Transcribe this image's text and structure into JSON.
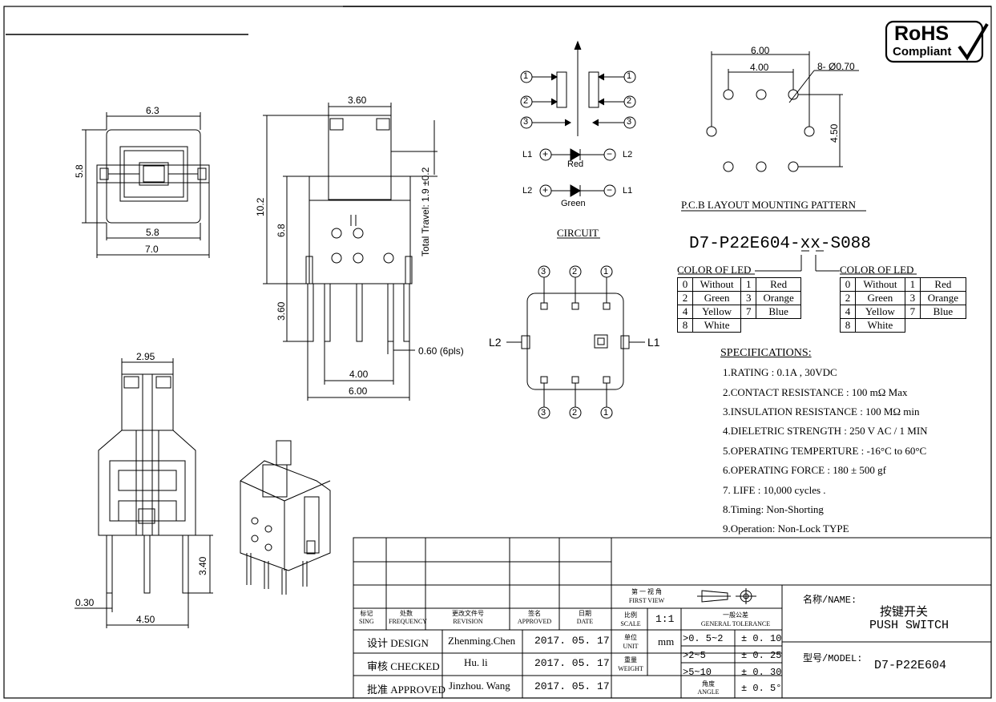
{
  "rohs": {
    "line1": "RoHS",
    "line2": "Compliant"
  },
  "top_view": {
    "dim_width": "6.3",
    "dim_height": "5.8",
    "dim_inner": "5.8",
    "dim_outer": "7.0"
  },
  "side_view": {
    "dim_top": "3.60",
    "dim_total": "10.2",
    "dim_body": "6.8",
    "dim_pin": "3.60",
    "dim_travel": "Total Travel: 1.9 ±0.2",
    "dim_pin_width": "0.60 (6pls)",
    "dim_pitch": "4.00",
    "dim_span": "6.00"
  },
  "front_view": {
    "dim_top": "2.95",
    "dim_pin": "3.40",
    "dim_pin_w": "0.30",
    "dim_span": "4.50"
  },
  "circuit": {
    "label": "CIRCUIT",
    "p1": "1",
    "p2": "2",
    "p3": "3",
    "l1": "L1",
    "l2": "L2",
    "red": "Red",
    "green": "Green",
    "plus": "+",
    "minus": "−"
  },
  "bottom_view": {
    "l1": "L1",
    "l2": "L2",
    "p1": "1",
    "p2": "2",
    "p3": "3"
  },
  "pcb": {
    "title": "P.C.B LAYOUT MOUNTING PATTERN",
    "dim_span": "6.00",
    "dim_pitch": "4.00",
    "dim_hole": "8- Ø0.70",
    "dim_height": "4.50"
  },
  "part_number": {
    "prefix": "D7-P22E",
    "mid": "604-",
    "xx": "xx",
    "suffix": "-S088"
  },
  "led_left": {
    "title": "COLOR OF LED",
    "rows": [
      [
        "0",
        "Without",
        "1",
        "Red"
      ],
      [
        "2",
        "Green",
        "3",
        "Orange"
      ],
      [
        "4",
        "Yellow",
        "7",
        "Blue"
      ],
      [
        "8",
        "White",
        "",
        ""
      ]
    ]
  },
  "led_right": {
    "title": "COLOR OF LED",
    "rows": [
      [
        "0",
        "Without",
        "1",
        "Red"
      ],
      [
        "2",
        "Green",
        "3",
        "Orange"
      ],
      [
        "4",
        "Yellow",
        "7",
        "Blue"
      ],
      [
        "8",
        "White",
        "",
        ""
      ]
    ]
  },
  "specs": {
    "title": "SPECIFICATIONS:",
    "items": [
      "1.RATING : 0.1A , 30VDC",
      "2.CONTACT RESISTANCE : 100 mΩ Max",
      "3.INSULATION RESISTANCE : 100 MΩ min",
      "4.DIELETRIC STRENGTH : 250 V AC / 1 MIN",
      "5.OPERATING TEMPERTURE : -16°C to 60°C",
      "6.OPERATING FORCE : 180 ± 500 gf",
      "7. LIFE : 10,000 cycles .",
      "8.Timing: Non-Shorting",
      "9.Operation: Non-Lock  TYPE"
    ]
  },
  "title_block": {
    "hdr_mark": "标记",
    "hdr_mark_en": "SING",
    "hdr_freq": "处数",
    "hdr_freq_en": "FREQUENCY",
    "hdr_rev": "更改文件号",
    "hdr_rev_en": "REVISION",
    "hdr_appr": "签名",
    "hdr_appr_en": "APPROVED",
    "hdr_date": "日期",
    "hdr_date_en": "DATE",
    "design_label": "设计 DESIGN",
    "design_name": "Zhenming.Chen",
    "design_date": "2017. 05. 17",
    "checked_label": "审核 CHECKED",
    "checked_name": "Hu. li",
    "checked_date": "2017. 05. 17",
    "approved_label": "批准 APPROVED",
    "approved_name": "Jinzhou. Wang",
    "approved_date": "2017. 05. 17",
    "angle_cn": "第 一 视 角",
    "angle_en": "FIRST VIEW",
    "scale_cn": "比例",
    "scale_en": "SCALE",
    "scale_val": "1:1",
    "tol_cn": "一般公差",
    "tol_en": "GENERAL TOLERANCE",
    "unit_cn": "单位",
    "unit_en": "UNIT",
    "unit_val": "mm",
    "weight_cn": "重量",
    "weight_en": "WEIGHT",
    "angle2_cn": "角度",
    "angle2_en": "ANGLE",
    "tol_rows": [
      [
        ">0. 5~2",
        "± 0. 10"
      ],
      [
        ">2~5",
        "± 0. 25"
      ],
      [
        ">5~10",
        "± 0. 30"
      ]
    ],
    "tol_angle": "± 0. 5°",
    "name_label": "名称/NAME:",
    "name_cn": "按键开关",
    "name_en": "PUSH SWITCH",
    "model_label": "型号/MODEL:",
    "model_val": "D7-P22E604"
  }
}
